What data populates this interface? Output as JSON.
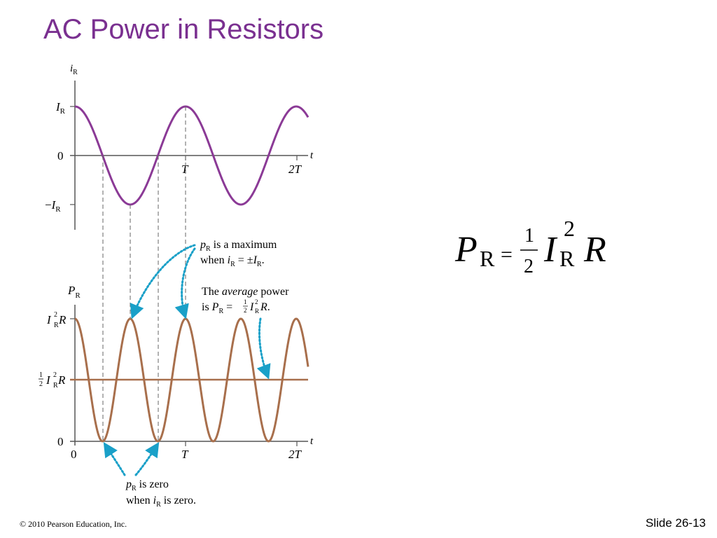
{
  "slide": {
    "title": "AC Power in Resistors",
    "copyright": "© 2010 Pearson Education, Inc.",
    "slide_number": "Slide 26-13",
    "colors": {
      "title": "#7a3090",
      "current": "#8b3a96",
      "power": "#a86f4c",
      "annotation": "#1aa0c8",
      "axis": "#555555"
    }
  },
  "graph": {
    "top": {
      "y_axis_label": {
        "sym": "i",
        "sub": "R"
      },
      "x_axis_label": "t",
      "ticks_y": {
        "pos": {
          "sym": "I",
          "sub": "R"
        },
        "zero": "0",
        "neg": {
          "prefix": "−",
          "sym": "I",
          "sub": "R"
        }
      },
      "ticks_x": {
        "T": "T",
        "2T": "2T"
      }
    },
    "bottom": {
      "y_axis_label": {
        "sym": "P",
        "sub": "R"
      },
      "x_axis_label": "t",
      "ticks_y": {
        "max": {
          "sym": "I",
          "sup": "2",
          "sub": "R",
          "tail": "R"
        },
        "half": {
          "num": "1",
          "den": "2",
          "sym": "I",
          "sup": "2",
          "sub": "R",
          "tail": "R"
        },
        "zero": "0"
      },
      "ticks_x": {
        "zero": "0",
        "T": "T",
        "2T": "2T"
      }
    },
    "annotations": {
      "maximum": {
        "l1a": "p",
        "l1sub": "R",
        "l1b": " is a maximum",
        "l2a": "when ",
        "l2i": "i",
        "l2sub": "R",
        "l2b": " = ±",
        "l2I": "I",
        "l2sub2": "R",
        "l2end": "."
      },
      "average": {
        "l1a": "The ",
        "l1em": "average",
        "l1b": " power",
        "l2a": "is ",
        "l2P": "P",
        "l2sub": "R",
        "l2b": " = ",
        "frac_num": "1",
        "frac_den": "2",
        "l2I": "I",
        "l2sup": "2",
        "l2sub2": "R",
        "l2R": "R",
        "l2end": "."
      },
      "zero": {
        "l1a": "p",
        "l1sub": "R",
        "l1b": " is zero",
        "l2a": "when ",
        "l2i": "i",
        "l2sub": "R",
        "l2b": " is zero."
      }
    }
  },
  "formula": {
    "P": "P",
    "sub_P": "R",
    "equals": "=",
    "num": "1",
    "den": "2",
    "I": "I",
    "sup": "2",
    "sub_I": "R",
    "R": "R"
  }
}
